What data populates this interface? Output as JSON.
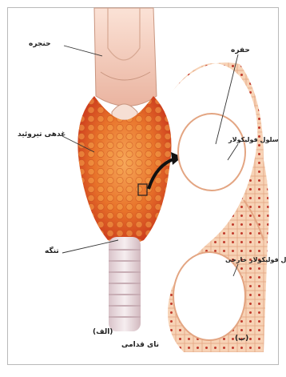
{
  "labels": {
    "larynx": "حنجره",
    "thyroid_gland": "غدهی تیروئید",
    "isthmus": "تنگه",
    "trachea": "نای قدامی",
    "panel_a": "(الف)",
    "panel_b": "(ب)",
    "lumen": "حفره",
    "follicular_cell": "سلول فولیکولار",
    "external_cell": "سلول فولیکولار خارجی"
  },
  "colors": {
    "gland_orange": "#e8732a",
    "gland_red": "#d4391e",
    "cartilage_pink": "#f2c7b8",
    "tissue_peach": "#f3c7a6",
    "nucleus_red": "#c0392b",
    "frame_gray": "#b9b9b9"
  }
}
